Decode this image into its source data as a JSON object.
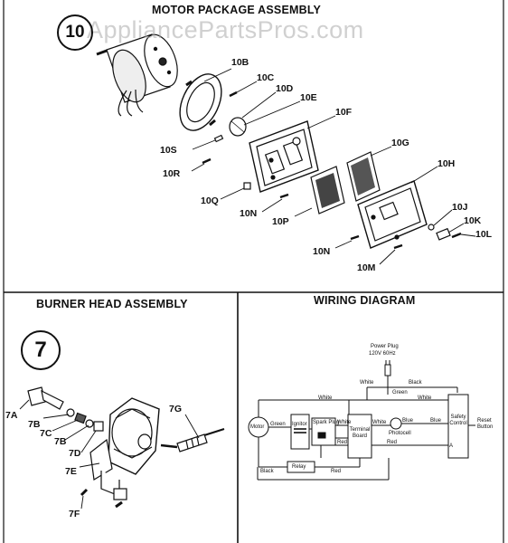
{
  "watermark": "AppliancePartsPros.com",
  "motor_package": {
    "title": "MOTOR PACKAGE ASSEMBLY",
    "number": "10",
    "labels": {
      "10B": "10B",
      "10C": "10C",
      "10D": "10D",
      "10E": "10E",
      "10F": "10F",
      "10G": "10G",
      "10H": "10H",
      "10J": "10J",
      "10K": "10K",
      "10L": "10L",
      "10M": "10M",
      "10N_a": "10N",
      "10N_b": "10N",
      "10P": "10P",
      "10Q": "10Q",
      "10R": "10R",
      "10S": "10S"
    }
  },
  "burner_head": {
    "title": "BURNER HEAD ASSEMBLY",
    "number": "7",
    "labels": {
      "7A": "7A",
      "7B_a": "7B",
      "7B_b": "7B",
      "7C": "7C",
      "7D": "7D",
      "7E": "7E",
      "7F": "7F",
      "7G": "7G"
    }
  },
  "wiring_diagram": {
    "title": "WIRING DIAGRAM",
    "labels": {
      "power_plug": "Power Plug",
      "power_rating": "120V 60Hz",
      "white_top": "White",
      "black_top": "Black",
      "green_top": "Green",
      "white_left": "White",
      "white_right": "White",
      "motor": "Motor",
      "green_mid": "Green",
      "ignitor": "Ignitor",
      "spark_plug": "Spark Plug",
      "white_mid": "White",
      "red_mid": "Red",
      "terminal_board": "Terminal Board",
      "white_photo": "White",
      "blue_photo": "Blue",
      "photocell": "Photocell",
      "blue_right": "Blue",
      "safety_control": "Safety Control",
      "a_term": "A",
      "red_lower": "Red",
      "black_bottom": "Black",
      "relay": "Relay",
      "red_bottom": "Red",
      "reset_button": "Reset Button"
    }
  }
}
